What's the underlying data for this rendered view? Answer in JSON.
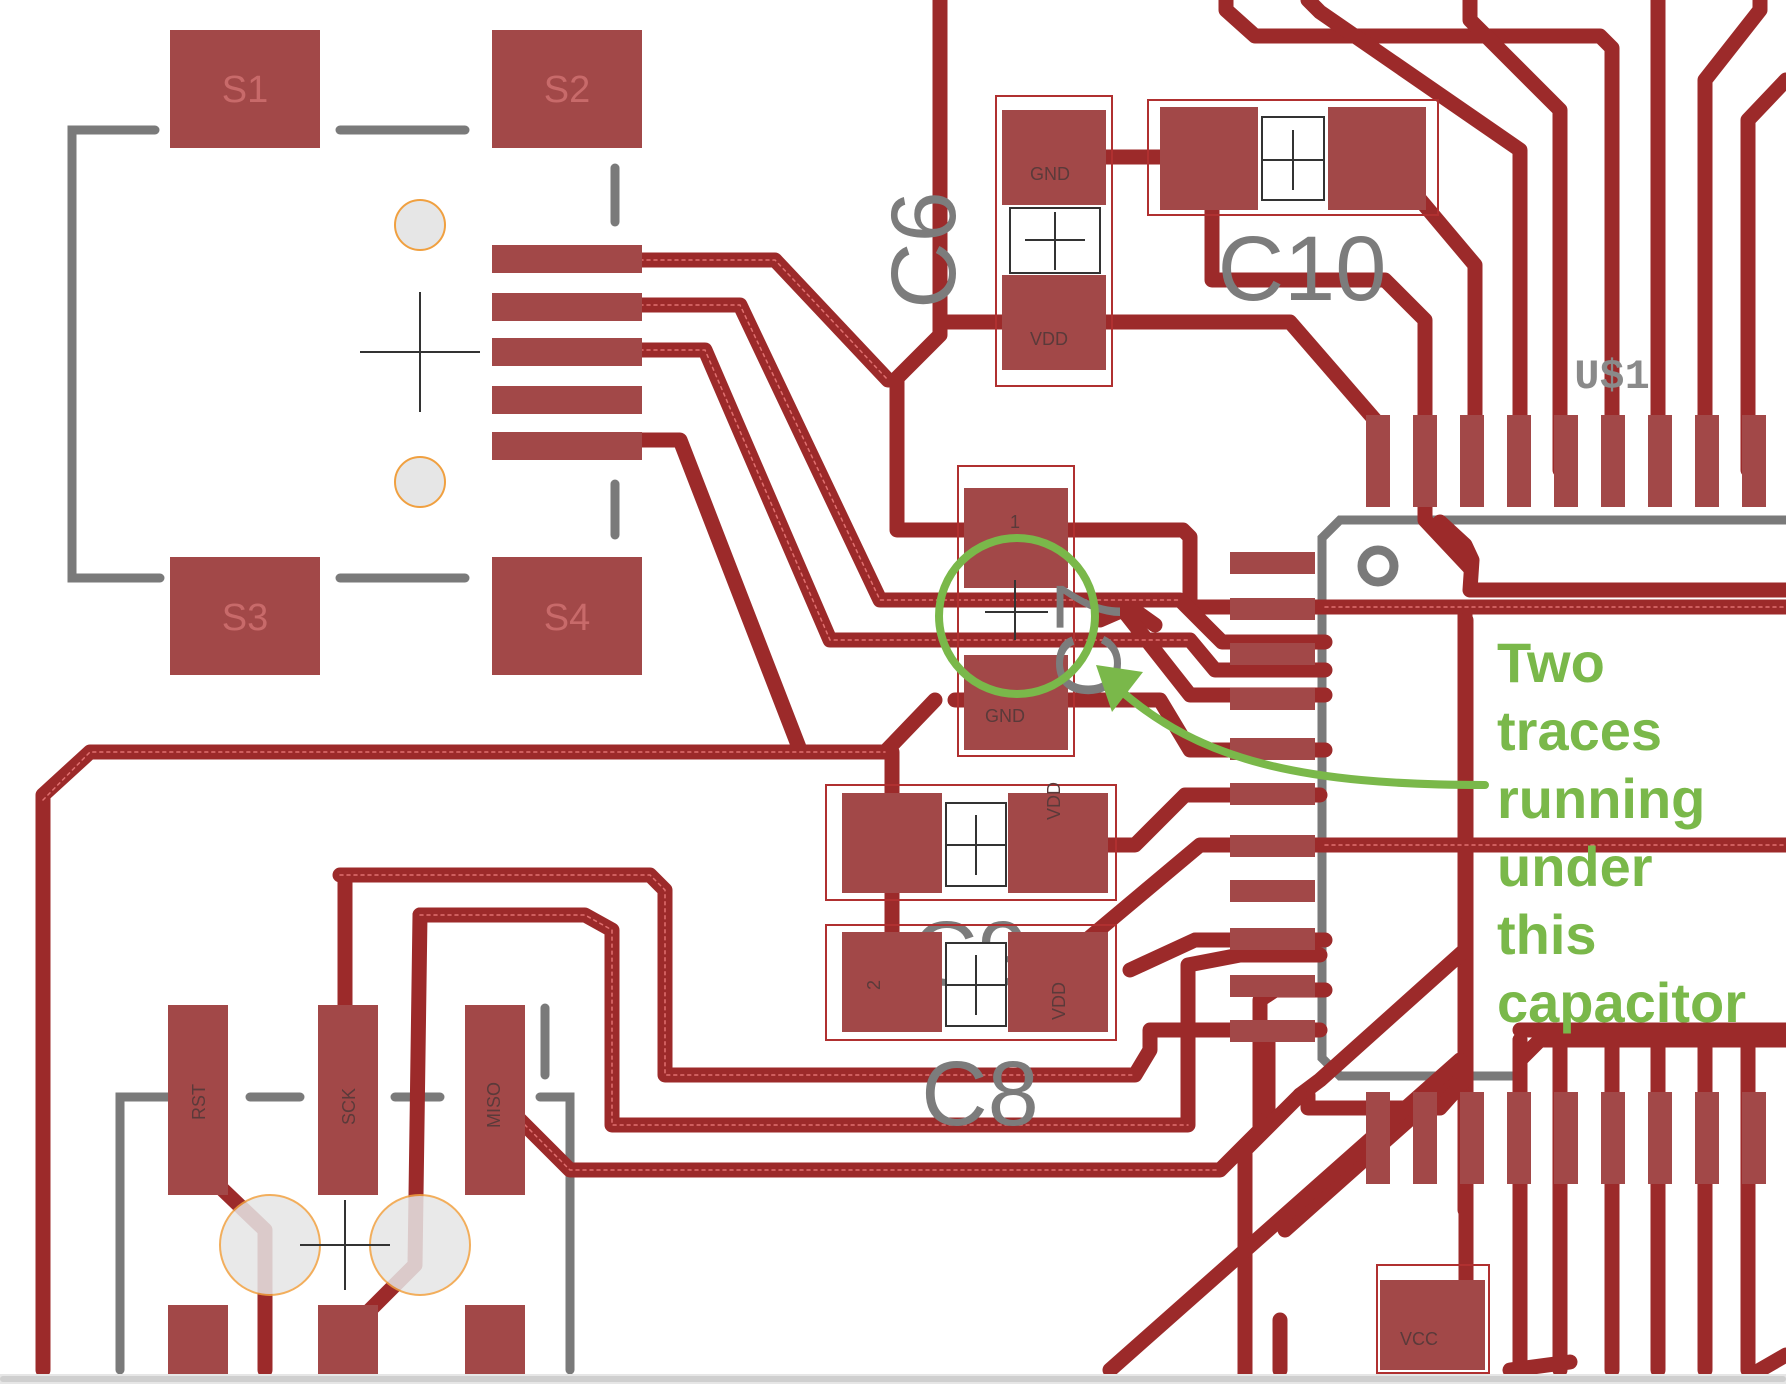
{
  "switch": {
    "pads": [
      "S1",
      "S2",
      "S3",
      "S4"
    ]
  },
  "capacitors": {
    "c6": "C6",
    "c7": "C7",
    "c8": "C8",
    "c9": "C9",
    "c10": "C10"
  },
  "pad_texts": {
    "gnd": "GND",
    "vcc": "VCC",
    "vdd": "VDD",
    "pin1": "1",
    "pin2": "2"
  },
  "ic": {
    "name": "U$1"
  },
  "header_pins": [
    "RST",
    "SCK",
    "MISO"
  ],
  "annotation": {
    "lines": [
      "Two",
      "traces",
      "running",
      "under",
      "this",
      "capacitor"
    ]
  },
  "colors": {
    "trace": "#9c2a2a",
    "pad": "#a24848",
    "silkscreen": "#7a7a7a",
    "annotation": "#7ab84a",
    "hole": "#e6e6e6",
    "hole_ring": "#f0a040"
  }
}
